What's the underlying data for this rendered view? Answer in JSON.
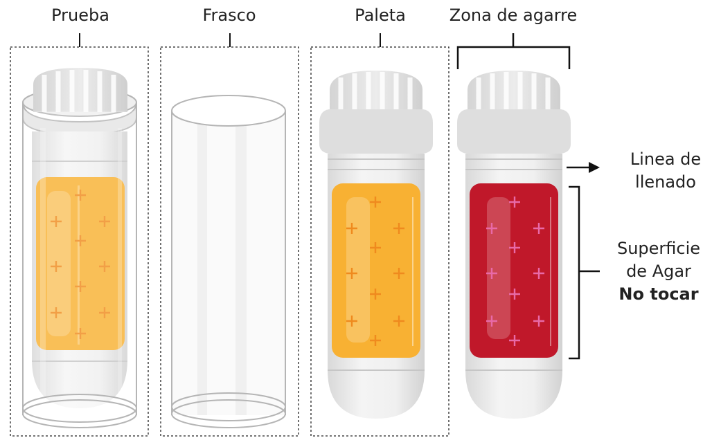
{
  "labels": {
    "prueba": "Prueba",
    "frasco": "Frasco",
    "paleta": "Paleta",
    "zona_agarre": "Zona de agarre",
    "linea_llenado_1": "Linea de",
    "linea_llenado_2": "llenado",
    "superficie_1": "Superficie",
    "superficie_2": "de Agar",
    "no_tocar": "No tocar"
  },
  "colors": {
    "agar_orange": "#f8b133",
    "agar_red": "#c0182a",
    "plus_orange": "#ef8a1e",
    "plus_pink": "#e86aa8",
    "cap_gray": "#e2e2e2",
    "body_gray": "#ececec",
    "outline_gray": "#b9b9b9",
    "annotation_black": "#111111"
  }
}
